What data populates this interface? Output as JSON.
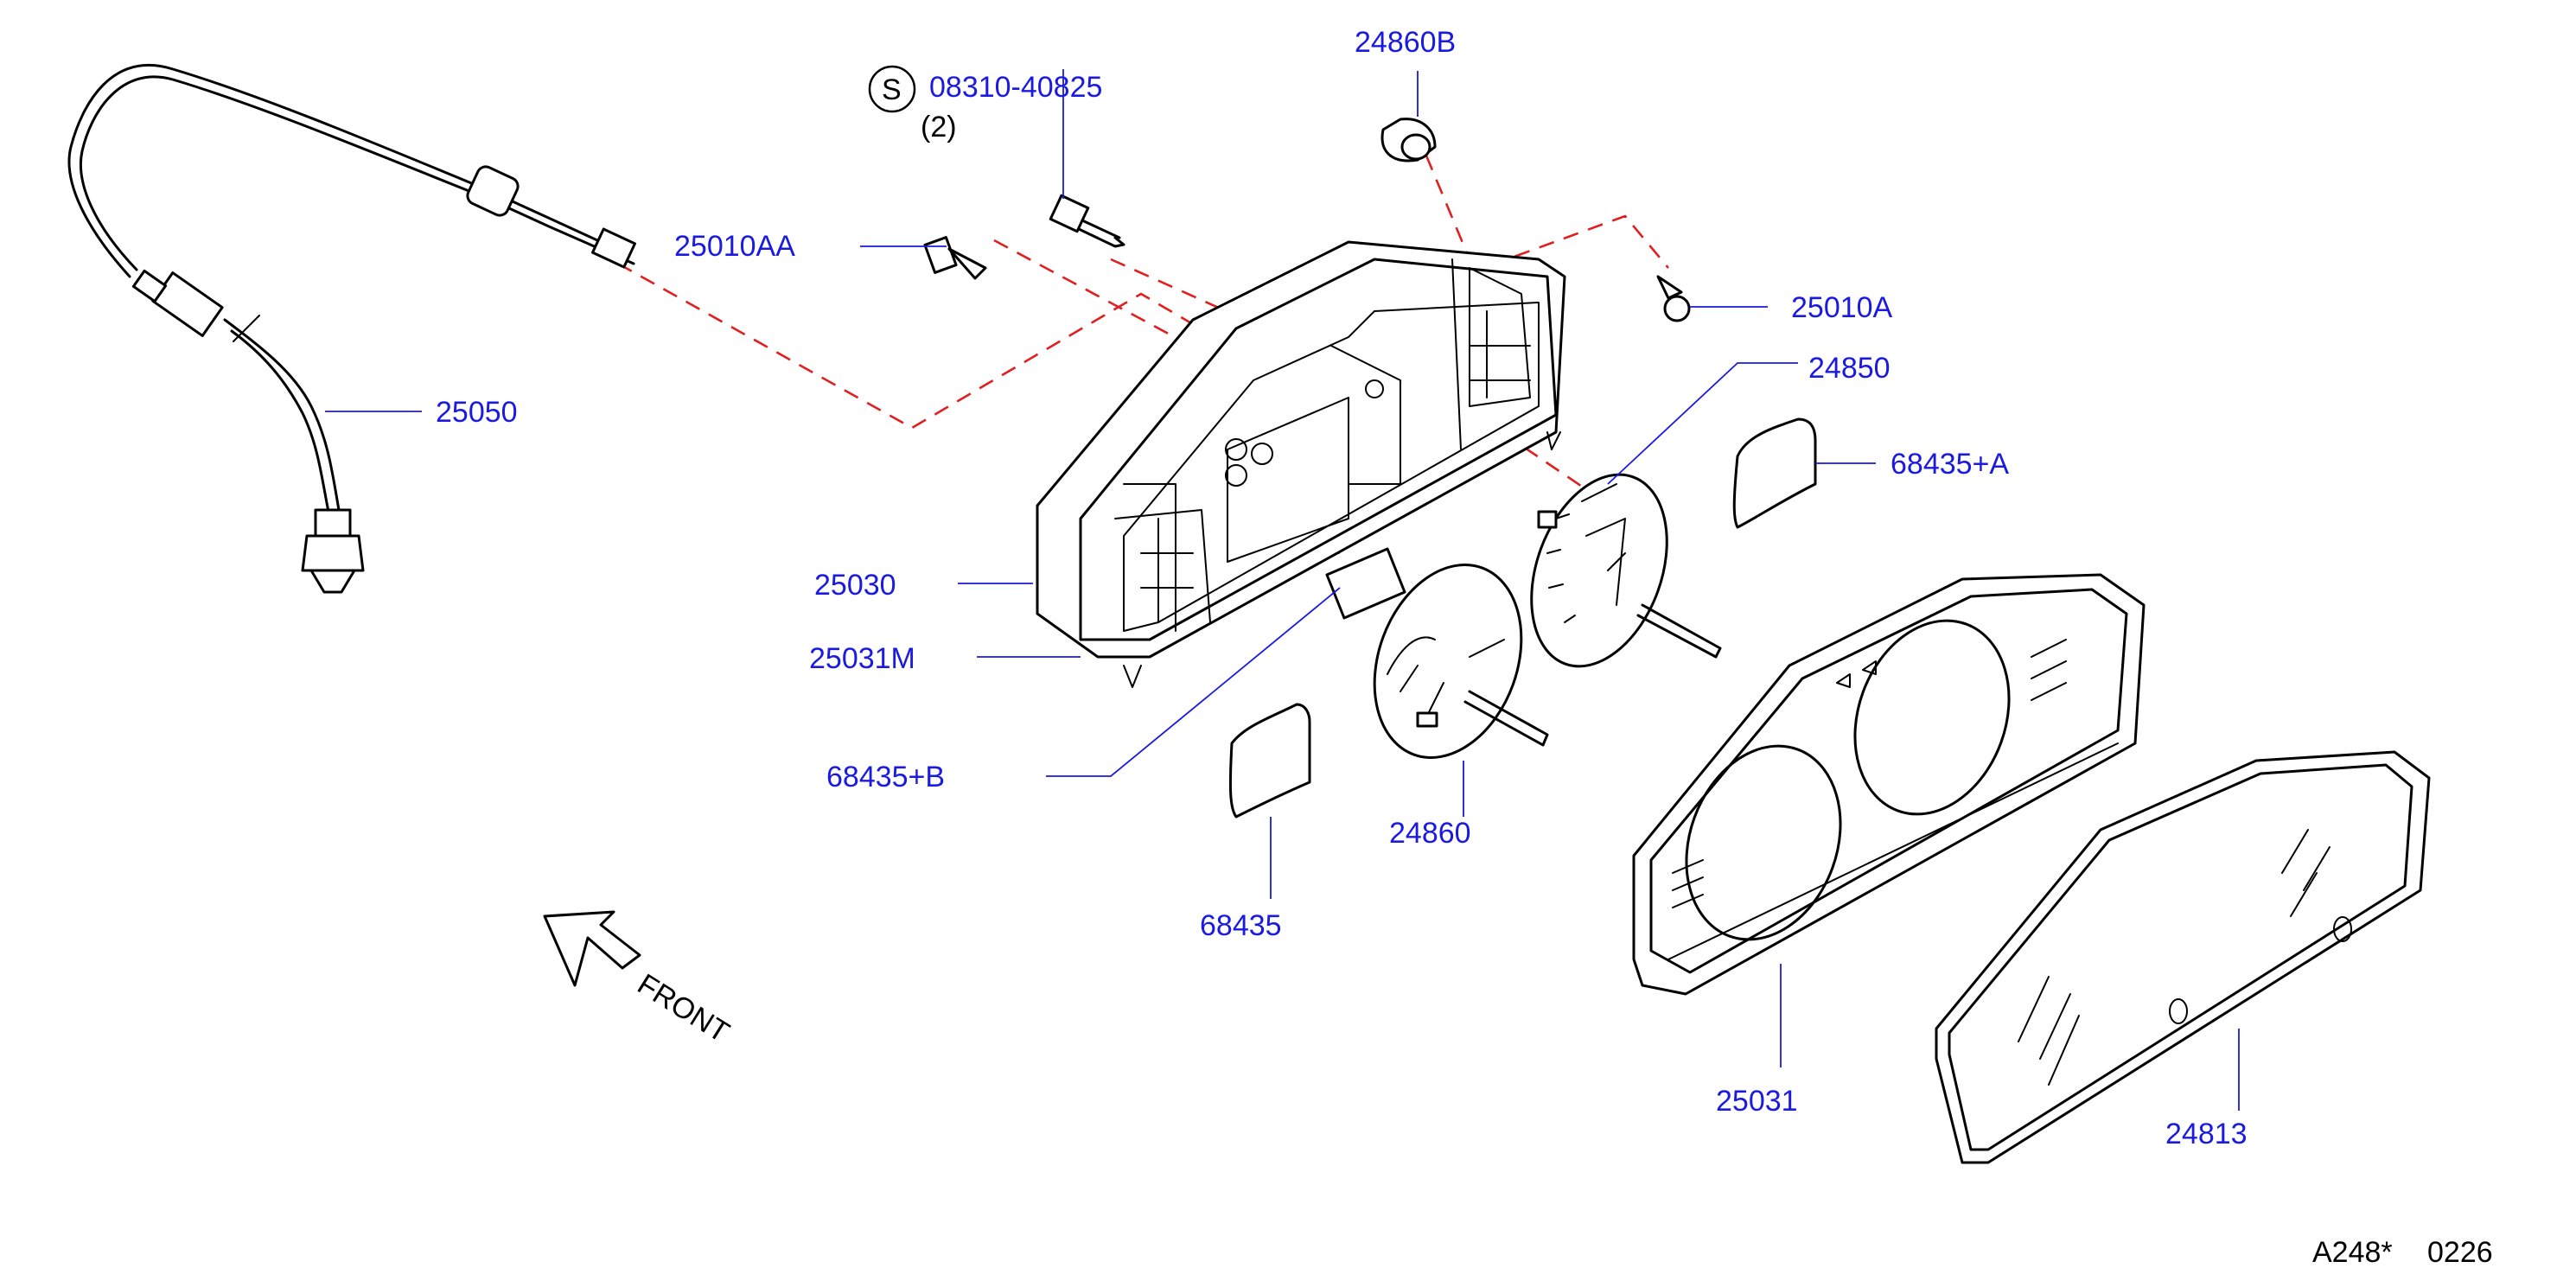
{
  "callouts": {
    "p25050": "25050",
    "p08310": "08310-40825",
    "qty": "(2)",
    "s_symbol": "S",
    "p25010AA": "25010AA",
    "p24860B": "24860B",
    "p25010A": "25010A",
    "p24850": "24850",
    "p68435A": "68435+A",
    "p25030": "25030",
    "p25031M": "25031M",
    "p68435B": "68435+B",
    "p24860": "24860",
    "p68435": "68435",
    "p25031": "25031",
    "p24813": "24813"
  },
  "front_label": "FRONT",
  "diagram_code": "A248*",
  "diagram_number": "0226",
  "colors": {
    "callout": "#1a1ae0",
    "guide_line": "#e02020",
    "parts": "#000000"
  }
}
